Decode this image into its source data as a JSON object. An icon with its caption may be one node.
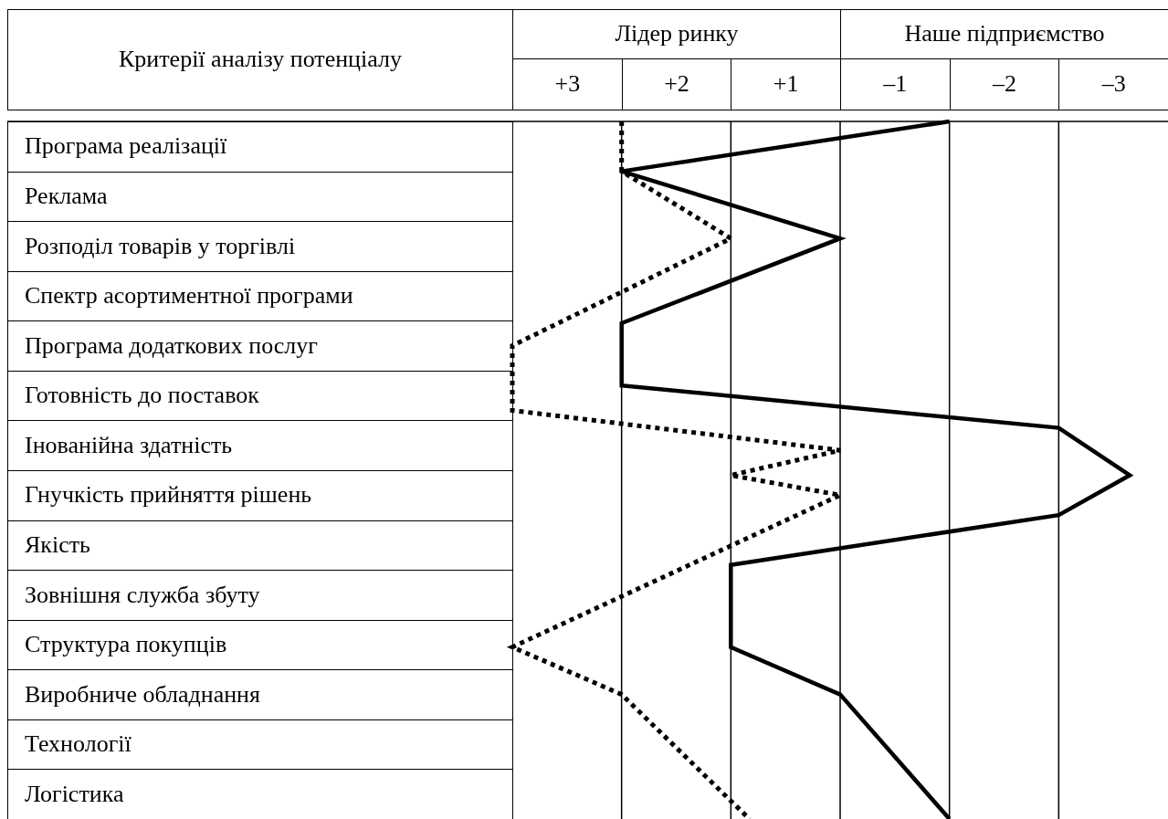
{
  "diagram": {
    "labels": [
      "Критерії аналізу потенціалу",
      "Лідер ринку",
      "Наше підприємство",
      "+3",
      "+2",
      "+1",
      "–1",
      "–2",
      "–3",
      "Програма реалізації",
      "Реклама",
      "Розподіл товарів у торгівлі",
      "Спектр асортиментної програми",
      "Програма додаткових послуг",
      "Готовність до поставок",
      "Інованійна здатність",
      "Гнучкість прийняття рішень",
      "Якість",
      "Зовнішня служба збуту",
      "Структура покупців",
      "Виробниче обладнання",
      "Технології",
      "Логістика"
    ]
  }
}
